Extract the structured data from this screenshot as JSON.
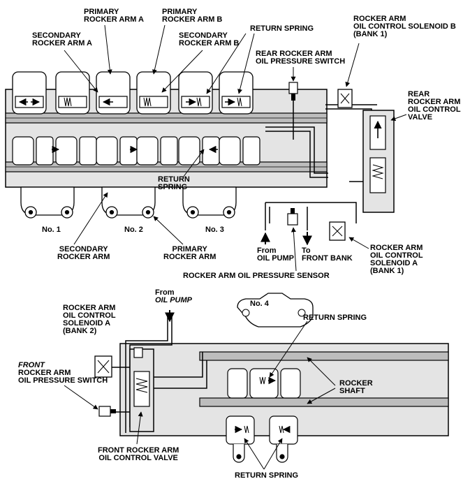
{
  "labels": {
    "primary_arm_a": [
      "PRIMARY",
      "ROCKER ARM A"
    ],
    "primary_arm_b": [
      "PRIMARY",
      "ROCKER ARM B"
    ],
    "secondary_arm_a": [
      "SECONDARY",
      "ROCKER ARM A"
    ],
    "secondary_arm_b": [
      "SECONDARY",
      "ROCKER ARM B"
    ],
    "return_spring_top": "RETURN SPRING",
    "solenoid_b_bank1": [
      "ROCKER ARM",
      "OIL CONTROL SOLENOID B",
      "(BANK 1)"
    ],
    "rear_pressure_switch": [
      "REAR ROCKER ARM",
      "OIL PRESSURE SWITCH"
    ],
    "rear_control_valve": [
      "REAR",
      "ROCKER ARM",
      "OIL CONTROL",
      "VALVE"
    ],
    "return_spring_mid": [
      "RETURN",
      "SPRING"
    ],
    "no1": "No. 1",
    "no2": "No. 2",
    "no3": "No. 3",
    "secondary_arm": [
      "SECONDARY",
      "ROCKER ARM"
    ],
    "primary_arm": [
      "PRIMARY",
      "ROCKER ARM"
    ],
    "from_oil_pump_top": [
      "From",
      "OIL PUMP"
    ],
    "to_front_bank": [
      "To",
      "FRONT BANK"
    ],
    "solenoid_a_bank1": [
      "ROCKER ARM",
      "OIL CONTROL",
      "SOLENOID A",
      "(BANK 1)"
    ],
    "pressure_sensor": "ROCKER ARM OIL PRESSURE SENSOR",
    "from_oil_pump_bottom": [
      "From",
      "OIL PUMP"
    ],
    "no4": "No. 4",
    "solenoid_a_bank2": [
      "ROCKER ARM",
      "OIL CONTROL",
      "SOLENOID A",
      "(BANK 2)"
    ],
    "return_spring_bottom_right": "RETURN SPRING",
    "front_pressure_switch": [
      "FRONT",
      "ROCKER ARM",
      "OIL PRESSURE SWITCH"
    ],
    "rocker_shaft": [
      "ROCKER",
      "SHAFT"
    ],
    "front_control_valve": [
      "FRONT ROCKER ARM",
      "OIL CONTROL VALVE"
    ],
    "return_spring_bottom": "RETURN SPRING"
  }
}
